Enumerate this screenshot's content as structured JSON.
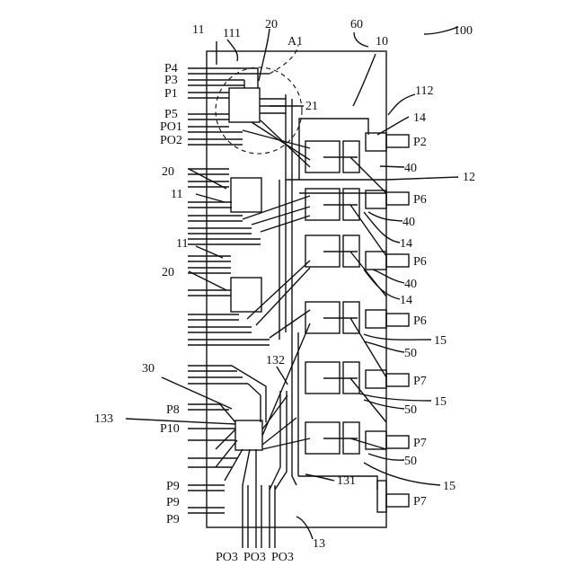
{
  "figure": {
    "package_number": "100",
    "package_outline": "60",
    "die_pad": "10",
    "lead_frame_left": "11",
    "inner_lead": "111",
    "die_pad_edge": "112",
    "bus_bar": "12",
    "lead_13": "13",
    "lead_131": "131",
    "lead_132": "132",
    "pad_133": "133",
    "pad_14": "14",
    "pad_15": "15",
    "controller_20": "20",
    "controller_21": "21",
    "driver_30": "30",
    "transistor_40": "40",
    "transistor_50": "50",
    "detail_region": "A1"
  },
  "pins": {
    "P1": "P1",
    "P2": "P2",
    "P3": "P3",
    "P4": "P4",
    "P5": "P5",
    "P6": "P6",
    "P7": "P7",
    "P8": "P8",
    "P9": "P9",
    "P10": "P10",
    "PO1": "PO1",
    "PO2": "PO2",
    "PO3": "PO3"
  }
}
